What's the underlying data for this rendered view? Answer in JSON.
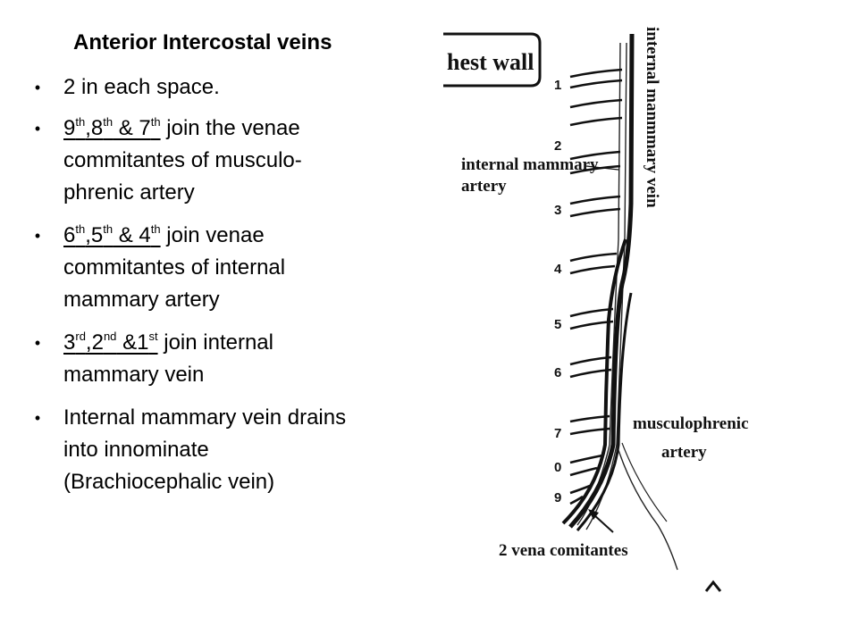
{
  "slide": {
    "title": "Anterior Intercostal veins",
    "bullets": [
      {
        "text": "2 in each space."
      },
      {
        "line1_parts": [
          {
            "base": "9",
            "sup": "th"
          },
          {
            "base": ",8",
            "sup": "th"
          },
          {
            "base": " & 7",
            "sup": "th"
          }
        ],
        "line1_tail": " join the venae",
        "line2": "commitantes of musculo-",
        "line3": "phrenic artery"
      },
      {
        "line1_parts": [
          {
            "base": "6",
            "sup": "th"
          },
          {
            "base": ",5",
            "sup": "th"
          },
          {
            "base": " & 4",
            "sup": "th"
          }
        ],
        "line1_tail": " join venae",
        "line2": "commitantes of internal",
        "line3": "mammary artery"
      },
      {
        "line1_parts": [
          {
            "base": "3",
            "sup": "rd"
          },
          {
            "base": ",2",
            "sup": "nd"
          },
          {
            "base": " &1",
            "sup": "st"
          }
        ],
        "line1_tail": " join internal",
        "line2": "mammary vein"
      },
      {
        "line1": "Internal mammary vein drains",
        "line2": "into innominate",
        "line3": "(Brachiocephalic vein)"
      }
    ]
  },
  "diagram": {
    "box_label": "hest wall",
    "vertical_label": "internal manmmary vein",
    "internal_mammary_artery_label": [
      "internal mammary",
      "artery"
    ],
    "musculophrenic_label": [
      "musculophrenic",
      "artery"
    ],
    "vena_comitantes_label": "2 vena comitantes",
    "space_numbers": [
      "1",
      "2",
      "3",
      "4",
      "5",
      "6",
      "7",
      "0",
      "9"
    ]
  }
}
